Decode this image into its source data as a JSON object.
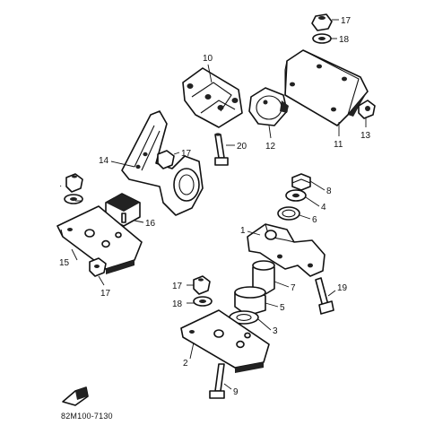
{
  "diagram": {
    "code": "82M100-7130",
    "callouts": {
      "c1": "1",
      "c2": "2",
      "c3": "3",
      "c4": "4",
      "c5": "5",
      "c6": "6",
      "c7": "7",
      "c8": "8",
      "c9": "9",
      "c10": "10",
      "c11": "11",
      "c12": "12",
      "c13": "13",
      "c14": "14",
      "c15": "15",
      "c16": "16",
      "c17a": "17",
      "c17b": "17",
      "c17c": "17",
      "c17d": "17",
      "c18a": "18",
      "c18b": "18",
      "c19": "19",
      "c20": "20",
      "cdot": "·"
    }
  }
}
